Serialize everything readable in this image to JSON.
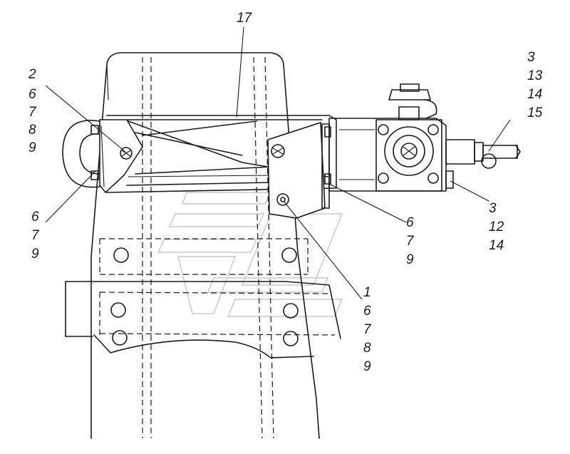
{
  "callouts": {
    "top": "17",
    "left_upper": [
      "2",
      "6",
      "7",
      "8",
      "9"
    ],
    "left_lower": [
      "6",
      "7",
      "9"
    ],
    "right_top": [
      "3",
      "13",
      "14",
      "15"
    ],
    "right_mid": [
      "3",
      "12",
      "14"
    ],
    "center_mid": [
      "6",
      "7",
      "9"
    ],
    "center_low": [
      "1",
      "6",
      "7",
      "8",
      "9"
    ]
  }
}
